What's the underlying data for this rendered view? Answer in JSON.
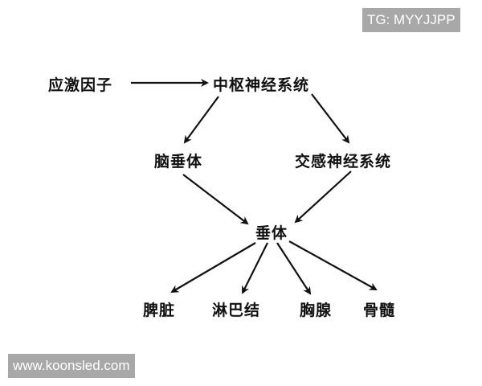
{
  "watermarks": {
    "top_right": "TG: MYYJJPP",
    "bottom_left": "www.koonsled.com"
  },
  "nodes": {
    "stressor": "应激因子",
    "cns": "中枢神经系统",
    "pituitary": "脑垂体",
    "sympathetic": "交感神经系统",
    "target": "垂体",
    "spleen": "脾脏",
    "lymph": "淋巴结",
    "thymus": "胸腺",
    "marrow": "骨髓"
  },
  "edges": [
    {
      "from": "应激因子",
      "to": "中枢神经系统"
    },
    {
      "from": "中枢神经系统",
      "to": "脑垂体"
    },
    {
      "from": "中枢神经系统",
      "to": "交感神经系统"
    },
    {
      "from": "脑垂体",
      "to": "垂体"
    },
    {
      "from": "交感神经系统",
      "to": "垂体"
    },
    {
      "from": "垂体",
      "to": "脾脏"
    },
    {
      "from": "垂体",
      "to": "淋巴结"
    },
    {
      "from": "垂体",
      "to": "胸腺"
    },
    {
      "from": "垂体",
      "to": "骨髓"
    }
  ],
  "colors": {
    "stroke": "#111111",
    "watermark_bg": "#a8a8a8"
  }
}
